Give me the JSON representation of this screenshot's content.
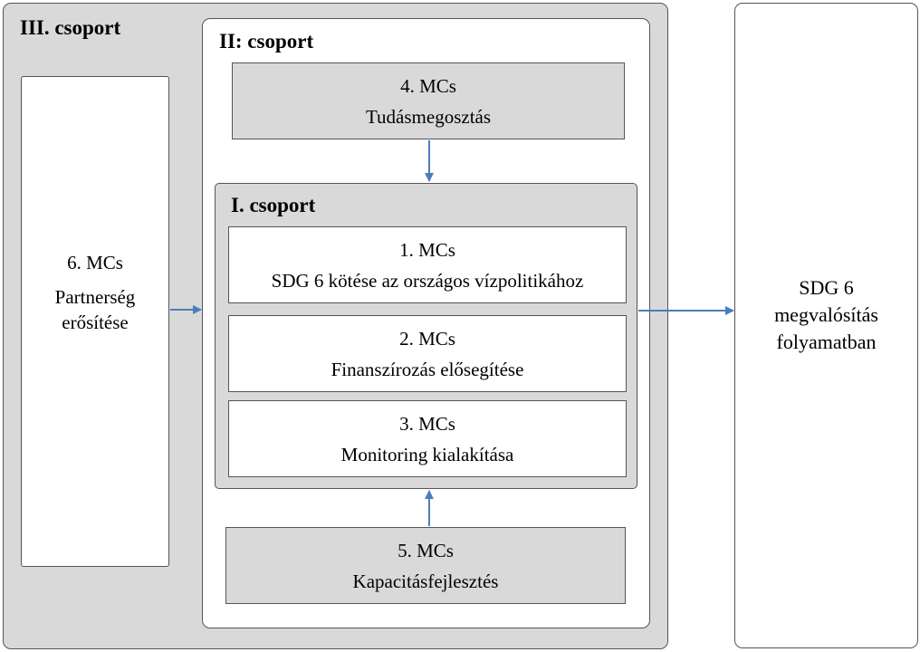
{
  "group3": {
    "title": "III. csoport"
  },
  "group2": {
    "title": "II: csoport"
  },
  "group1": {
    "title": "I. csoport"
  },
  "mc4": {
    "number": "4. MCs",
    "label": "Tudásmegosztás"
  },
  "mc1": {
    "number": "1. MCs",
    "label": "SDG 6 kötése az országos vízpolitikához"
  },
  "mc2": {
    "number": "2. MCs",
    "label": "Finanszírozás elősegítése"
  },
  "mc3": {
    "number": "3. MCs",
    "label": "Monitoring kialakítása"
  },
  "mc5": {
    "number": "5. MCs",
    "label": "Kapacitásfejlesztés"
  },
  "mc6": {
    "number": "6. MCs",
    "label_line1": "Partnerség",
    "label_line2": "erősítése"
  },
  "outcome": {
    "line1": "SDG 6",
    "line2": "megvalósítás",
    "line3": "folyamatban"
  },
  "colors": {
    "arrow": "#4a7ebb",
    "gray_fill": "#d9d9d9",
    "border": "#555555"
  }
}
